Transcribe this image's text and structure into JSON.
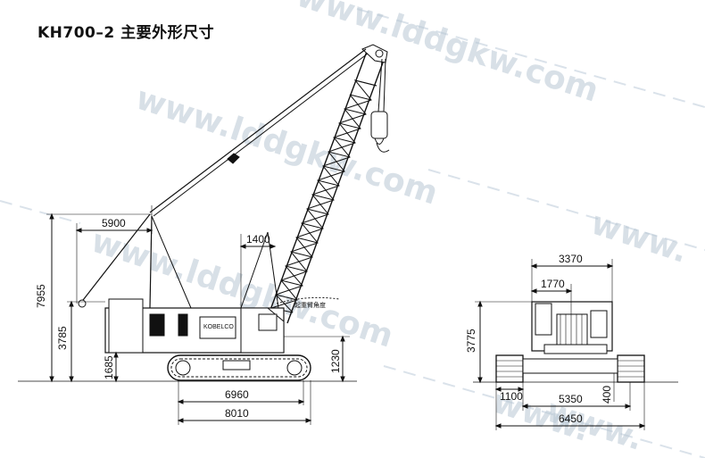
{
  "title": "KH700–2 主要外形尺寸",
  "watermark": {
    "text_a": "www.lddgkw.com",
    "text_b": "www.lddgkw.com",
    "text_c": "www.",
    "text_d": "www.lddgkw.com",
    "text_e": "www.",
    "text_f": "www."
  },
  "side_view": {
    "dim_boom_reach": "5900",
    "dim_boom_offset": "1400",
    "dim_total_height": "7955",
    "dim_cab_height": "3785",
    "dim_pivot_height": "1685",
    "dim_track_height": "1230",
    "dim_track_length": "6960",
    "dim_overall_length": "8010",
    "boom_note": "起重臂角度",
    "body_logo": "KOBELCO"
  },
  "front_view": {
    "dim_body_width": "3370",
    "dim_cab_width": "1770",
    "dim_height": "3775",
    "dim_track_width": "1100",
    "dim_track_gauge": "5350",
    "dim_overall_width": "6450",
    "dim_clearance": "400"
  }
}
